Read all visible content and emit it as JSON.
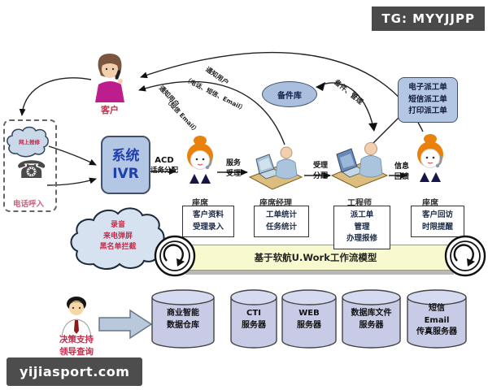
{
  "badge": {
    "text": "TG: MYYJJPP"
  },
  "watermark": {
    "text": "yijiasport.com"
  },
  "customer": {
    "label": "客户"
  },
  "phone_entry": {
    "cloud_label": "网上报修",
    "label": "电话呼入",
    "phone_icon": "☎"
  },
  "ivr": {
    "line1": "系统",
    "line2": "IVR"
  },
  "features_cloud": {
    "line1": "录音",
    "line2": "来电弹屏",
    "line3": "黑名单拦截"
  },
  "roles": {
    "agent1": {
      "title": "座席",
      "tasks": [
        "客户资料",
        "受理录入"
      ]
    },
    "manager": {
      "title": "座席经理",
      "tasks": [
        "工单统计",
        "任务统计"
      ]
    },
    "engineer": {
      "title": "工程师",
      "tasks": [
        "派工单",
        "管理",
        "办理报修"
      ]
    },
    "agent2": {
      "title": "座席",
      "tasks": [
        "客户回访",
        "时限提醒"
      ]
    }
  },
  "spare_parts": {
    "label": "备件库"
  },
  "work_orders": {
    "line1": "电子派工单",
    "line2": "短信派工单",
    "line3": "打印派工单"
  },
  "banner": {
    "text": "基于软航U.Work工作流模型"
  },
  "decision": {
    "line1": "决策支持",
    "line2": "领导查询"
  },
  "servers": {
    "s1": {
      "line1": "商业智能",
      "line2": "数据仓库",
      "line3": ""
    },
    "s2": {
      "line1": "CTI",
      "line2": "服务器",
      "line3": ""
    },
    "s3": {
      "line1": "WEB",
      "line2": "服务器",
      "line3": ""
    },
    "s4": {
      "line1": "数据库文件",
      "line2": "服务器",
      "line3": ""
    },
    "s5": {
      "line1": "短信",
      "line2": "Email",
      "line3": "传真服务器"
    }
  },
  "edges": {
    "acd_line1": "ACD",
    "acd_line2": "话务分配",
    "service_line1": "服务",
    "service_line2": "受理",
    "assign_line1": "受理",
    "assign_line2": "分配",
    "feedback_line1": "信息",
    "feedback_line2": "回馈",
    "notify_a_main": "通知用户",
    "notify_a_detail": "（电话、短信、Email）",
    "notify_b_main": "通知用户",
    "notify_b_detail": "（短信 Email）",
    "parts": "备件、管理"
  },
  "colors": {
    "accent_blue": "#b3c6e3",
    "banner_yellow": "#f9f9d0",
    "cylinder": "#c7cbe6",
    "red_label": "#c42b4a"
  }
}
